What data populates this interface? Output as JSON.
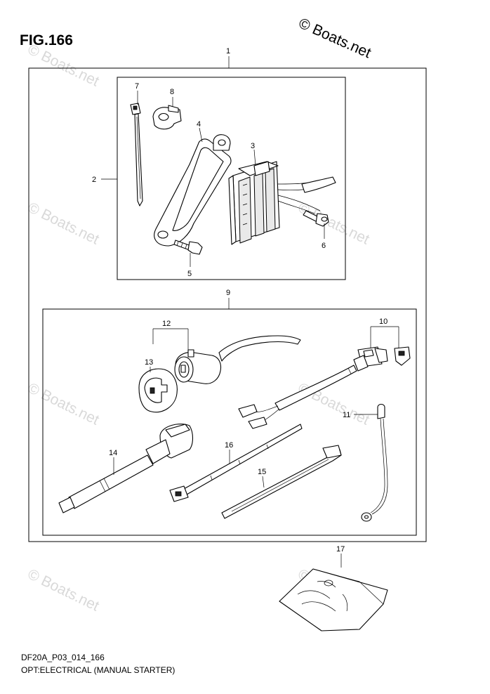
{
  "figure": {
    "title": "FIG.166",
    "code": "DF20A_P03_014_166",
    "caption": "OPT:ELECTRICAL (MANUAL STARTER)"
  },
  "watermark": {
    "main": "© Boats.net",
    "ghost": "© Boats.net"
  },
  "callouts": [
    "1",
    "2",
    "3",
    "4",
    "5",
    "6",
    "7",
    "8",
    "9",
    "10",
    "11",
    "12",
    "13",
    "14",
    "15",
    "16",
    "17"
  ]
}
